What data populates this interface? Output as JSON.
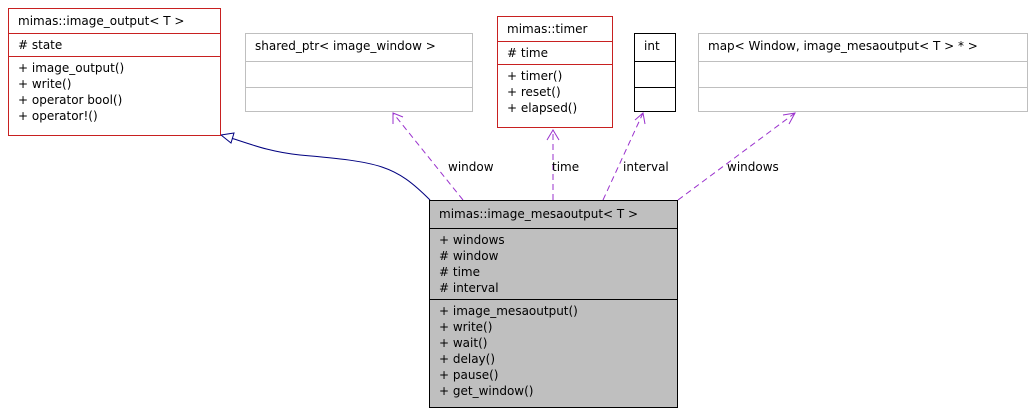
{
  "classes": {
    "image_output": {
      "title": "mimas::image_output< T >",
      "attributes": [
        "# state"
      ],
      "methods": [
        "+ image_output()",
        "+ write()",
        "+ operator bool()",
        "+ operator!()"
      ]
    },
    "shared_ptr": {
      "title": "shared_ptr< image_window >"
    },
    "timer": {
      "title": "mimas::timer",
      "attributes": [
        "# time"
      ],
      "methods": [
        "+ timer()",
        "+ reset()",
        "+ elapsed()"
      ]
    },
    "int_type": {
      "title": "int"
    },
    "map_type": {
      "title": "map< Window, image_mesaoutput< T > * >"
    },
    "image_mesaoutput": {
      "title": "mimas::image_mesaoutput< T >",
      "attributes": [
        "+ windows",
        "# window",
        "# time",
        "# interval"
      ],
      "methods": [
        "+ image_mesaoutput()",
        "+ write()",
        "+ wait()",
        "+ delay()",
        "+ pause()",
        "+ get_window()"
      ]
    }
  },
  "edges": {
    "window": "window",
    "time": "time",
    "interval": "interval",
    "windows": "windows"
  },
  "colors": {
    "inheritance": "#000080",
    "usage": "#9a32cd",
    "class_border": "#c82020",
    "main_fill": "#bfbfbf"
  }
}
